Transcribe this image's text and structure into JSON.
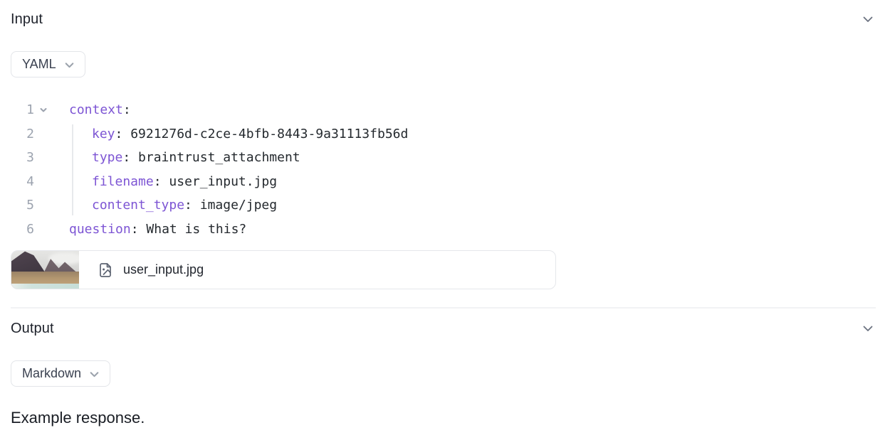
{
  "colors": {
    "yaml_key": "#7d55d4",
    "line_number": "#9ca3af",
    "border": "#e5e7eb"
  },
  "input": {
    "title": "Input",
    "format": "YAML",
    "code": {
      "language": "yaml",
      "lines": [
        {
          "num": "1",
          "key": "context",
          "sep": ":",
          "value": ""
        },
        {
          "num": "2",
          "key": "key",
          "sep": ": ",
          "value": "6921276d-c2ce-4bfb-8443-9a31113fb56d"
        },
        {
          "num": "3",
          "key": "type",
          "sep": ": ",
          "value": "braintrust_attachment"
        },
        {
          "num": "4",
          "key": "filename",
          "sep": ": ",
          "value": "user_input.jpg"
        },
        {
          "num": "5",
          "key": "content_type",
          "sep": ": ",
          "value": "image/jpeg"
        },
        {
          "num": "6",
          "key": "question",
          "sep": ": ",
          "value": "What is this?"
        }
      ]
    },
    "attachment": {
      "filename": "user_input.jpg"
    }
  },
  "output": {
    "title": "Output",
    "format": "Markdown",
    "response": "Example response."
  }
}
